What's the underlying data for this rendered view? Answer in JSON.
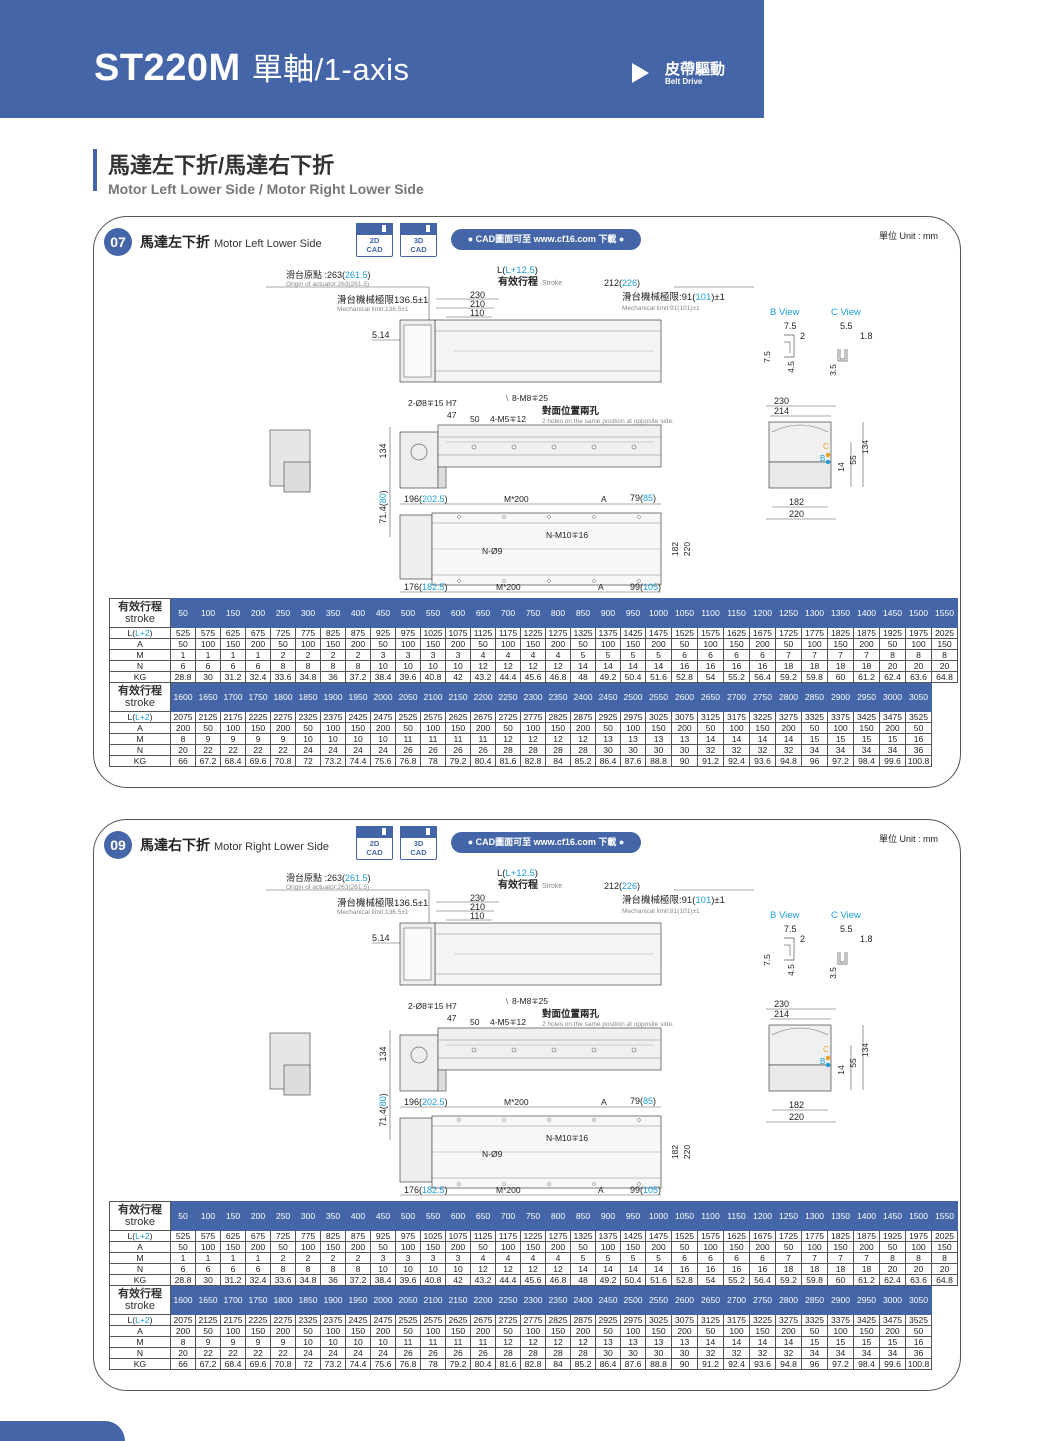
{
  "header": {
    "model": "ST220M",
    "subtitle": "單軸/1-axis",
    "drive_cn": "皮帶驅動",
    "drive_en": "Belt Drive"
  },
  "section": {
    "title": "馬達左下折/馬達右下折",
    "subtitle": "Motor Left Lower Side / Motor Right Lower Side"
  },
  "common": {
    "cad2d": "2D\nCAD",
    "cad2d_a": "2D",
    "cad3d_a": "3D",
    "cad_b": "CAD",
    "cad_download": "● CAD圖面可至 www.cf16.com 下載 ●",
    "unit": "單位 Unit : mm",
    "dims": {
      "origin_cn": "滑台原點 :263(",
      "origin_val": "261.5",
      "origin_close": ")",
      "origin_en": "Origin of actuator:263(261.5)",
      "L": "L(",
      "L_val": "L+12.5",
      "L_close": ")",
      "stroke_cn": "有效行程",
      "stroke_en": "Stroke",
      "d212": "212(",
      "d226": "226",
      "close": ")",
      "mech_left_cn": "滑台機械極限136.5±1",
      "mech_left_en": "Mechanical limit:136.5±1",
      "mech_right_cn": "滑台機械極限:91(",
      "mech_right_val": "101",
      "mech_right_close": ")±1",
      "mech_right_en": "Mechanical limit:91(101)±1",
      "d230": "230",
      "d210": "210",
      "d110": "110",
      "d514": "5.14",
      "pin": "2-Ø8∓15 H7",
      "m8": "8-M8∓25",
      "d47": "47",
      "d50": "50",
      "m5": "4-M5∓12",
      "both_cn": "對面位置兩孔",
      "both_en": "2 holes on the same position at opposite side.",
      "d134": "134",
      "d714": "71.4(",
      "d80": "80",
      "d196": "196(",
      "d2025": "202.5",
      "m200": "M*200",
      "A": "A",
      "d79": "79(",
      "d85": "85",
      "m10": "N-M10∓16",
      "n9": "N-Ø9",
      "d176": "176(",
      "d1825": "182.5",
      "d99": "99(",
      "d105": "105",
      "d182": "182",
      "d220": "220",
      "bview": "B View",
      "cview": "C View",
      "d75": "7.5",
      "d2": "2",
      "d45": "4.5",
      "d55": "5.5",
      "d18": "1.8",
      "d35": "3.5",
      "d214": "214",
      "d14": "14",
      "d55b": "55",
      "C": "C",
      "B": "B"
    }
  },
  "panels": [
    {
      "id": "07",
      "title": "馬達左下折",
      "title_en": "Motor Left Lower Side"
    },
    {
      "id": "09",
      "title": "馬達右下折",
      "title_en": "Motor Right Lower Side"
    }
  ],
  "table": {
    "stroke_cn": "有效行程",
    "stroke_en": "stroke",
    "row_labels": [
      "L(L+2)",
      "A",
      "M",
      "N",
      "KG"
    ],
    "block1": {
      "stroke": [
        "50",
        "100",
        "150",
        "200",
        "250",
        "300",
        "350",
        "400",
        "450",
        "500",
        "550",
        "600",
        "650",
        "700",
        "750",
        "800",
        "850",
        "900",
        "950",
        "1000",
        "1050",
        "1100",
        "1150",
        "1200",
        "1250",
        "1300",
        "1350",
        "1400",
        "1450",
        "1500",
        "1550"
      ],
      "L": [
        "525",
        "575",
        "625",
        "675",
        "725",
        "775",
        "825",
        "875",
        "925",
        "975",
        "1025",
        "1075",
        "1125",
        "1175",
        "1225",
        "1275",
        "1325",
        "1375",
        "1425",
        "1475",
        "1525",
        "1575",
        "1625",
        "1675",
        "1725",
        "1775",
        "1825",
        "1875",
        "1925",
        "1975",
        "2025"
      ],
      "A": [
        "50",
        "100",
        "150",
        "200",
        "50",
        "100",
        "150",
        "200",
        "50",
        "100",
        "150",
        "200",
        "50",
        "100",
        "150",
        "200",
        "50",
        "100",
        "150",
        "200",
        "50",
        "100",
        "150",
        "200",
        "50",
        "100",
        "150",
        "200",
        "50",
        "100",
        "150"
      ],
      "M": [
        "1",
        "1",
        "1",
        "1",
        "2",
        "2",
        "2",
        "2",
        "3",
        "3",
        "3",
        "3",
        "4",
        "4",
        "4",
        "4",
        "5",
        "5",
        "5",
        "5",
        "6",
        "6",
        "6",
        "6",
        "7",
        "7",
        "7",
        "7",
        "8",
        "8",
        "8"
      ],
      "N": [
        "6",
        "6",
        "6",
        "6",
        "8",
        "8",
        "8",
        "8",
        "10",
        "10",
        "10",
        "10",
        "12",
        "12",
        "12",
        "12",
        "14",
        "14",
        "14",
        "14",
        "16",
        "16",
        "16",
        "16",
        "18",
        "18",
        "18",
        "18",
        "20",
        "20",
        "20"
      ],
      "KG": [
        "28.8",
        "30",
        "31.2",
        "32.4",
        "33.6",
        "34.8",
        "36",
        "37.2",
        "38.4",
        "39.6",
        "40.8",
        "42",
        "43.2",
        "44.4",
        "45.6",
        "46.8",
        "48",
        "49.2",
        "50.4",
        "51.6",
        "52.8",
        "54",
        "55.2",
        "56.4",
        "59.2",
        "59.8",
        "60",
        "61.2",
        "62.4",
        "63.6",
        "64.8"
      ]
    },
    "block2": {
      "stroke": [
        "1600",
        "1650",
        "1700",
        "1750",
        "1800",
        "1850",
        "1900",
        "1950",
        "2000",
        "2050",
        "2100",
        "2150",
        "2200",
        "2250",
        "2300",
        "2350",
        "2400",
        "2450",
        "2500",
        "2550",
        "2600",
        "2650",
        "2700",
        "2750",
        "2800",
        "2850",
        "2900",
        "2950",
        "3000",
        "3050"
      ],
      "L": [
        "2075",
        "2125",
        "2175",
        "2225",
        "2275",
        "2325",
        "2375",
        "2425",
        "2475",
        "2525",
        "2575",
        "2625",
        "2675",
        "2725",
        "2775",
        "2825",
        "2875",
        "2925",
        "2975",
        "3025",
        "3075",
        "3125",
        "3175",
        "3225",
        "3275",
        "3325",
        "3375",
        "3425",
        "3475",
        "3525"
      ],
      "A": [
        "200",
        "50",
        "100",
        "150",
        "200",
        "50",
        "100",
        "150",
        "200",
        "50",
        "100",
        "150",
        "200",
        "50",
        "100",
        "150",
        "200",
        "50",
        "100",
        "150",
        "200",
        "50",
        "100",
        "150",
        "200",
        "50",
        "100",
        "150",
        "200",
        "50"
      ],
      "M": [
        "8",
        "9",
        "9",
        "9",
        "9",
        "10",
        "10",
        "10",
        "10",
        "11",
        "11",
        "11",
        "11",
        "12",
        "12",
        "12",
        "12",
        "13",
        "13",
        "13",
        "13",
        "14",
        "14",
        "14",
        "14",
        "15",
        "15",
        "15",
        "15",
        "16"
      ],
      "N": [
        "20",
        "22",
        "22",
        "22",
        "22",
        "24",
        "24",
        "24",
        "24",
        "26",
        "26",
        "26",
        "26",
        "28",
        "28",
        "28",
        "28",
        "30",
        "30",
        "30",
        "30",
        "32",
        "32",
        "32",
        "32",
        "34",
        "34",
        "34",
        "34",
        "36"
      ],
      "KG": [
        "66",
        "67.2",
        "68.4",
        "69.6",
        "70.8",
        "72",
        "73.2",
        "74.4",
        "75.6",
        "76.8",
        "78",
        "79.2",
        "80.4",
        "81.6",
        "82.8",
        "84",
        "85.2",
        "86.4",
        "87.6",
        "88.8",
        "90",
        "91.2",
        "92.4",
        "93.6",
        "94.8",
        "96",
        "97.2",
        "98.4",
        "99.6",
        "100.8"
      ]
    }
  }
}
